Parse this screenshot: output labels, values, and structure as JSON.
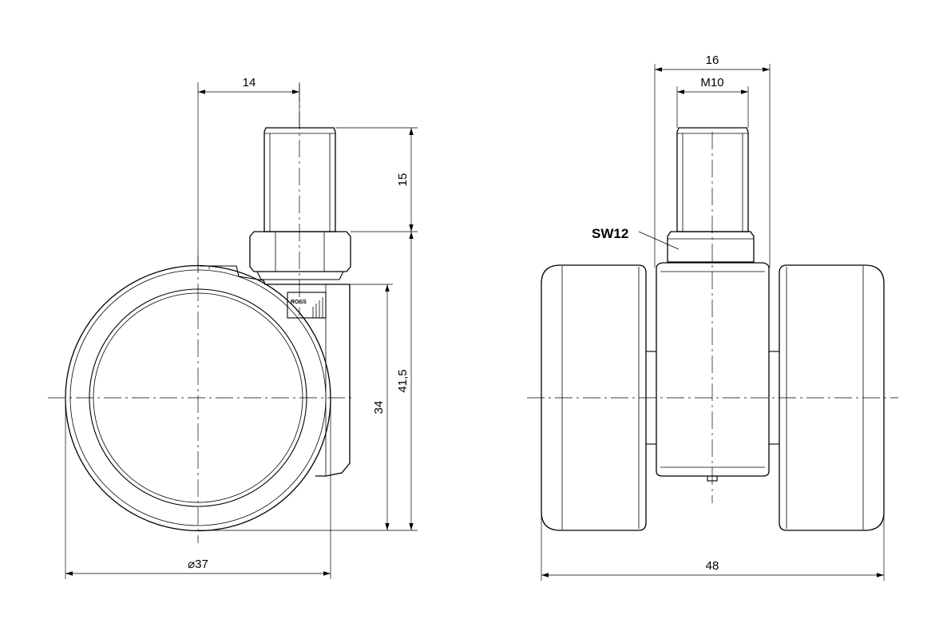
{
  "side_view": {
    "dim_top_width": "14",
    "dim_stem_height": "15",
    "dim_total_height": "41,5",
    "dim_wheel_height": "34",
    "dim_diameter_symbol": "⌀",
    "dim_diameter_value": "37",
    "brand_mark": "ROSS"
  },
  "front_view": {
    "dim_total_width": "16",
    "dim_thread": "M10",
    "dim_wrench_size": "SW12",
    "dim_overall_width": "48"
  }
}
